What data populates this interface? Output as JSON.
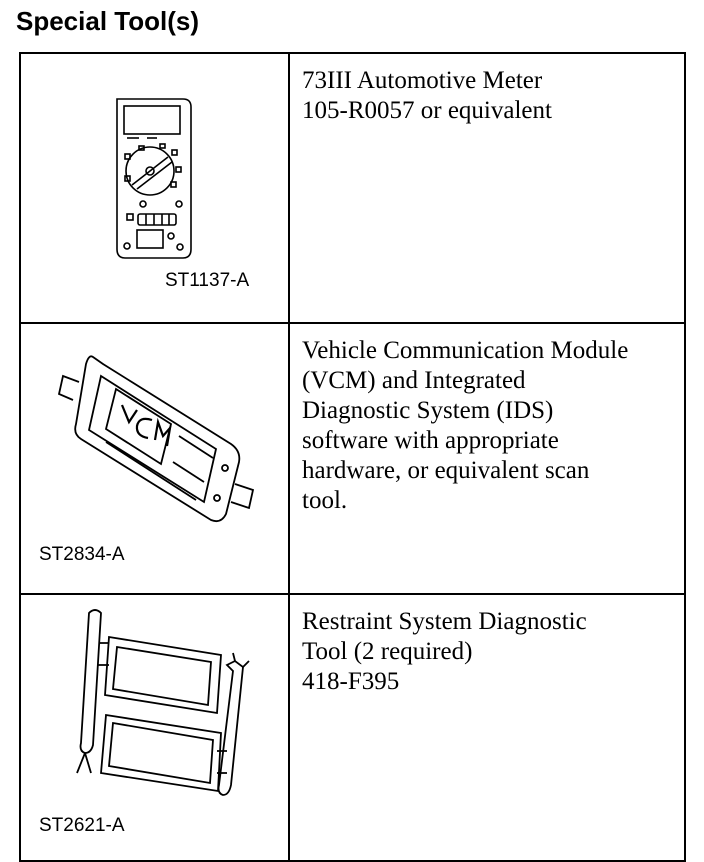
{
  "page": {
    "heading": "Special Tool(s)"
  },
  "tools": [
    {
      "code": "ST1137-A",
      "icon": "multimeter-icon",
      "lines": [
        "73III Automotive Meter",
        "105-R0057 or equivalent"
      ]
    },
    {
      "code": "ST2834-A",
      "icon": "vcm-module-icon",
      "icon_label": "VCM",
      "lines": [
        "Vehicle Communication Module",
        "(VCM) and Integrated",
        "Diagnostic System (IDS)",
        "software with appropriate",
        "hardware, or equivalent scan",
        "tool."
      ]
    },
    {
      "code": "ST2621-A",
      "icon": "restraint-diagnostic-tool-icon",
      "lines": [
        "Restraint System Diagnostic",
        "Tool (2 required)",
        "418-F395"
      ]
    }
  ]
}
